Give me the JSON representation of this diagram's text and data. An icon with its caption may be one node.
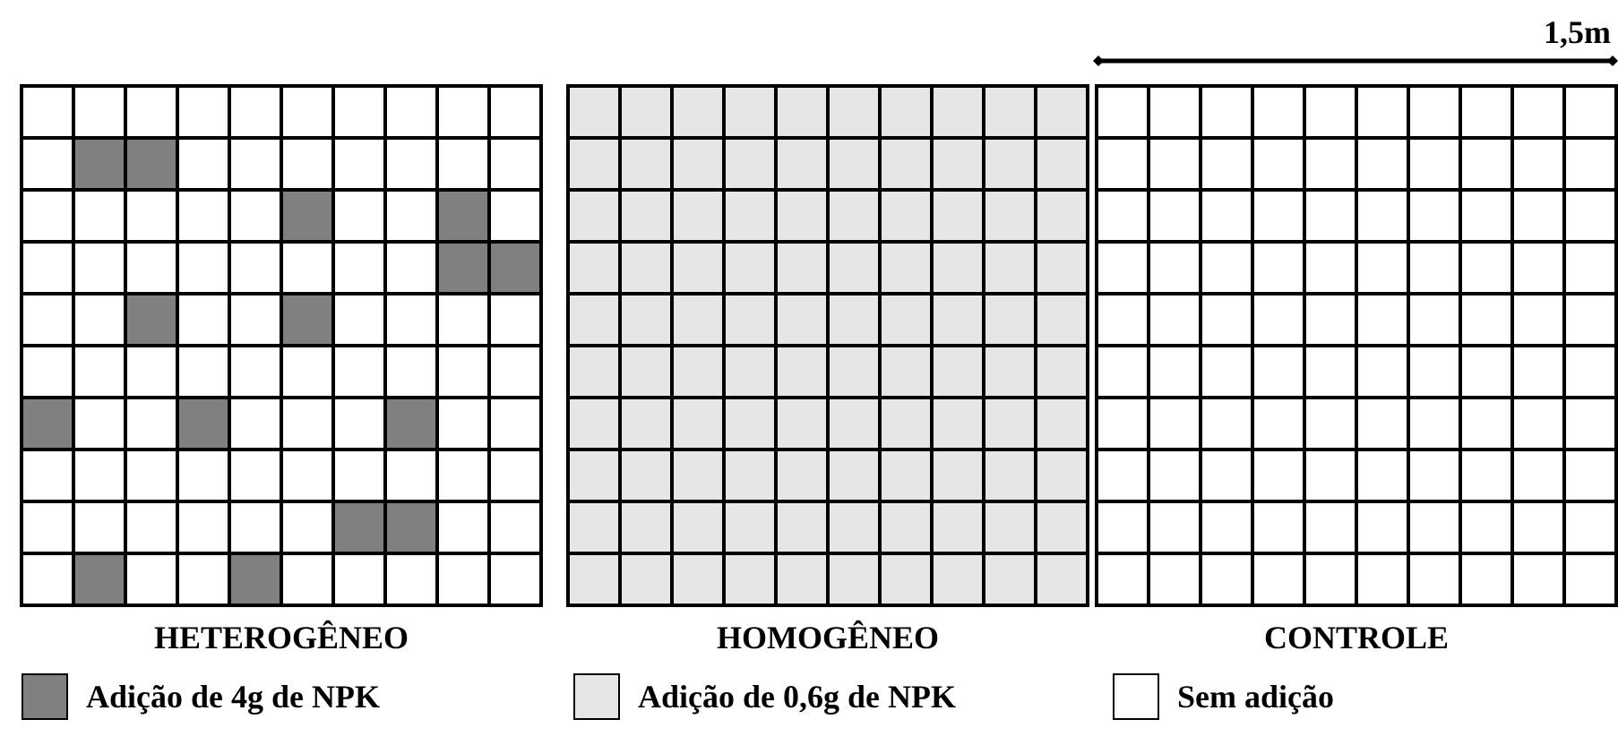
{
  "diagram": {
    "nodes": [
      {
        "text": [
          "HETEROGÊNEO"
        ]
      },
      {
        "text": [
          "HOMOGÊNEO"
        ]
      },
      {
        "text": [
          "CONTROLE"
        ]
      }
    ],
    "labels": [
      "1,5m"
    ],
    "legend": [
      {
        "text": "Adição de 4g de NPK",
        "color": "#808080"
      },
      {
        "text": "Adição de 0,6g de NPK",
        "color": "#e6e6e6"
      },
      {
        "text": "Sem adição",
        "color": "#ffffff"
      }
    ]
  }
}
